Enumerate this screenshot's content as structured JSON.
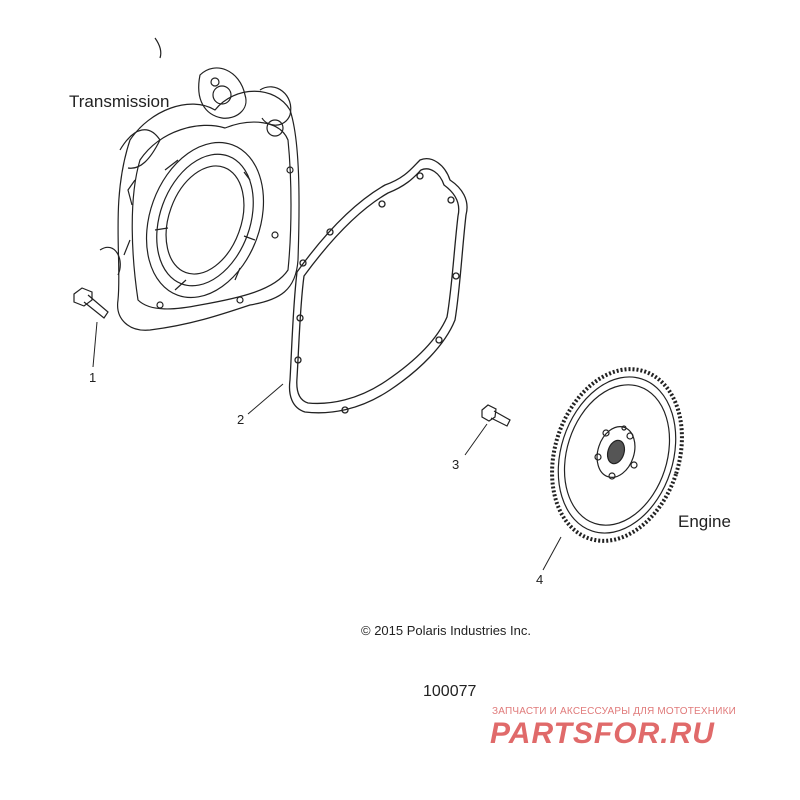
{
  "labels": {
    "transmission": "Transmission",
    "engine": "Engine"
  },
  "callouts": [
    {
      "id": "1",
      "text": "1"
    },
    {
      "id": "2",
      "text": "2"
    },
    {
      "id": "3",
      "text": "3"
    },
    {
      "id": "4",
      "text": "4"
    }
  ],
  "footer": {
    "copyright": "© 2015 Polaris Industries Inc.",
    "figure_id": "100077"
  },
  "watermark": {
    "tagline": "ЗАПЧАСТИ И АКСЕССУАРЫ ДЛЯ МОТОТЕХНИКИ",
    "brand": "PARTSFOR.RU"
  },
  "colors": {
    "line": "#222222",
    "watermark": "#e06a6a"
  }
}
